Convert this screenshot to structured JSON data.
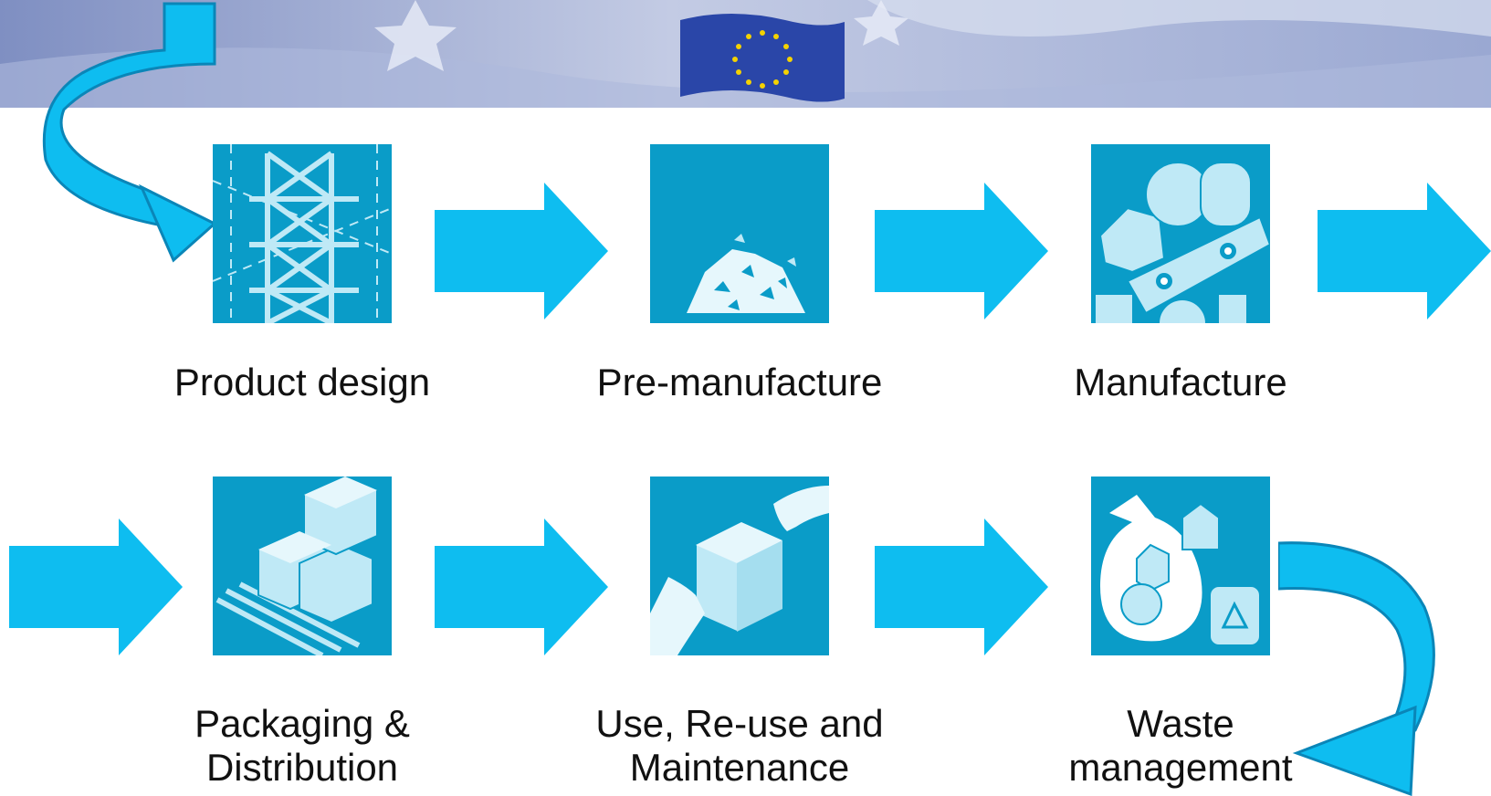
{
  "steps": [
    {
      "id": "product-design",
      "lines": [
        "Product design"
      ],
      "icon": "triangle-lattice-icon"
    },
    {
      "id": "pre-manufacture",
      "lines": [
        "Pre-manufacture"
      ],
      "icon": "raw-material-pile-icon"
    },
    {
      "id": "manufacture",
      "lines": [
        "Manufacture"
      ],
      "icon": "conveyor-belt-icon"
    },
    {
      "id": "packaging-distribution",
      "lines": [
        "Packaging &",
        "Distribution"
      ],
      "icon": "pallet-boxes-icon"
    },
    {
      "id": "use-reuse-maintenance",
      "lines": [
        "Use, Re-use and",
        "Maintenance"
      ],
      "icon": "hands-box-icon"
    },
    {
      "id": "waste-management",
      "lines": [
        "Waste",
        "management"
      ],
      "icon": "waste-bag-recycle-icon"
    }
  ],
  "colors": {
    "arrow": "#0ebdf0",
    "arrow_dark": "#0a86b8",
    "tile": "#0a9cc8",
    "tile_light": "#bfe9f6",
    "banner": "#8c9bc9",
    "flag": "#2a46a8",
    "flag_stars": "#f4d200"
  }
}
